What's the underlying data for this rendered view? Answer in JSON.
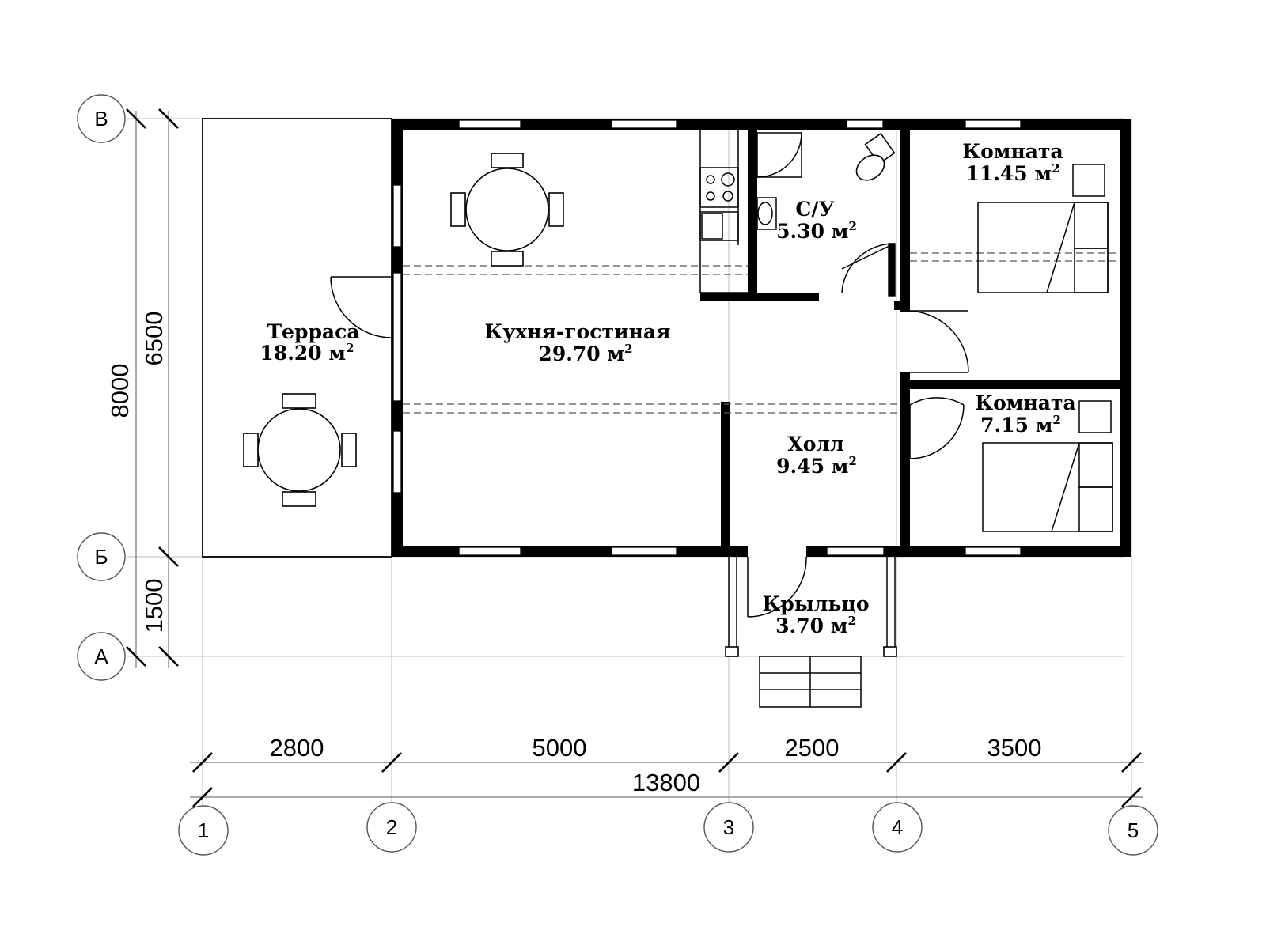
{
  "axes": {
    "letters": [
      "В",
      "Б",
      "А"
    ],
    "numbers": [
      "1",
      "2",
      "3",
      "4",
      "5"
    ]
  },
  "dimensions": {
    "horizontal": [
      "2800",
      "5000",
      "2500",
      "3500"
    ],
    "total": "13800",
    "vertical_total": "8000",
    "vertical_main": "6500",
    "vertical_porch": "1500"
  },
  "rooms": {
    "terrace": {
      "name": "Терраса",
      "area": "18.20 м",
      "exp": "2"
    },
    "kitchen": {
      "name": "Кухня-гостиная",
      "area": "29.70 м",
      "exp": "2"
    },
    "bathroom": {
      "name": "С/У",
      "area": "5.30 м",
      "exp": "2"
    },
    "room1": {
      "name": "Комната",
      "area": "11.45 м",
      "exp": "2"
    },
    "room2": {
      "name": "Комната",
      "area": "7.15 м",
      "exp": "2"
    },
    "hall": {
      "name": "Холл",
      "area": "9.45 м",
      "exp": "2"
    },
    "porch": {
      "name": "Крыльцо",
      "area": "3.70 м",
      "exp": "2"
    }
  }
}
